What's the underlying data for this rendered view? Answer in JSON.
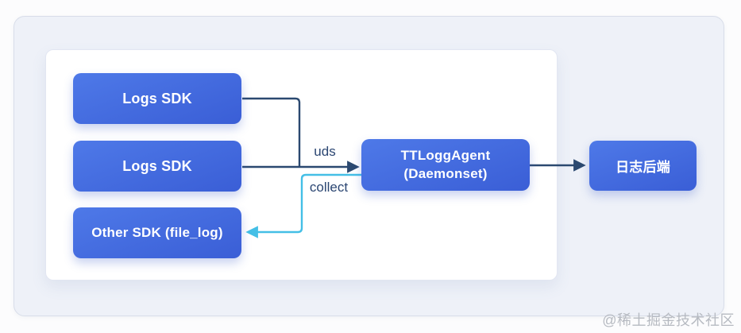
{
  "diagram": {
    "nodes": {
      "logs_sdk_1": {
        "label": "Logs SDK"
      },
      "logs_sdk_2": {
        "label": "Logs SDK"
      },
      "other_sdk": {
        "label": "Other SDK (file_log)"
      },
      "agent": {
        "label": "TTLoggAgent\n(Daemonset)"
      },
      "backend": {
        "label": "日志后端"
      }
    },
    "edges": {
      "uds_label": "uds",
      "collect_label": "collect"
    }
  },
  "colors": {
    "node_blue_top": "#4e79e8",
    "node_blue_bottom": "#3a5ed6",
    "dark_line": "#2b4970",
    "cyan_line": "#44bfe6",
    "edge_label": "#2b4672",
    "outer_bg": "#eef1f8",
    "outer_border": "#d8dde9",
    "inner_bg": "#ffffff",
    "watermark": "#b6bac1"
  },
  "watermark": "@稀土掘金技术社区"
}
